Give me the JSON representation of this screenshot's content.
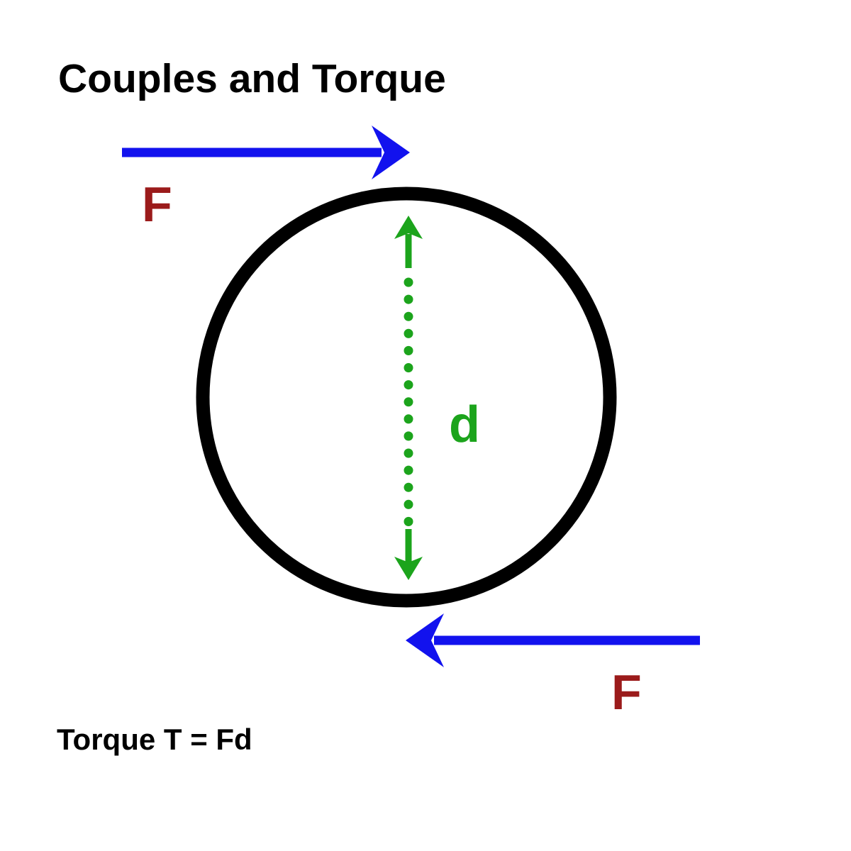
{
  "title": "Couples and Torque",
  "formula": "Torque T = Fd",
  "labels": {
    "force_top": "F",
    "force_bottom": "F",
    "distance": "d"
  },
  "diagram": {
    "shape": "circle",
    "force_arrows": [
      {
        "position": "top-tangent",
        "direction": "right"
      },
      {
        "position": "bottom-tangent",
        "direction": "left"
      }
    ],
    "dimension_line": {
      "orientation": "vertical",
      "style": "dotted-double-arrow",
      "measures": "diameter d"
    }
  },
  "colors": {
    "background": "#ffffff",
    "title_text": "#000000",
    "circle_stroke": "#000000",
    "force_arrow_blue": "#1212ee",
    "force_label_dark_red": "#9b1b1b",
    "distance_green": "#1ca41c"
  }
}
